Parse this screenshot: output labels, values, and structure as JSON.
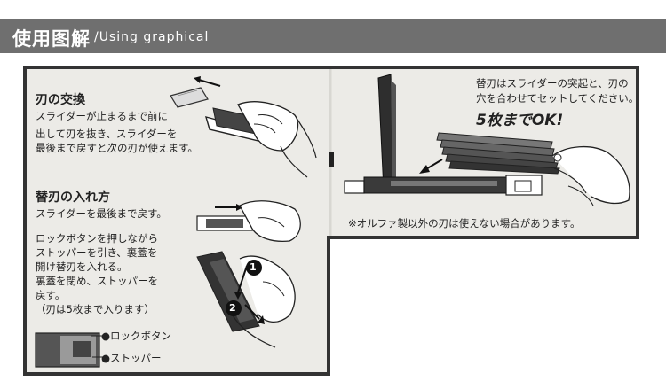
{
  "header": {
    "title_jp": "使用图解",
    "title_en": "/Using graphical"
  },
  "left": {
    "blade_change": {
      "heading": "刃の交換",
      "lines": [
        "スライダーが止まるまで前に",
        "出して刃を抜き、スライダーを",
        "最後まで戻すと次の刃が使えます。"
      ]
    },
    "blade_insert": {
      "heading": "替刃の入れ方",
      "line1": "スライダーを最後まで戻す。",
      "lines": [
        "ロックボタンを押しながら",
        "ストッパーを引き、裏蓋を",
        "開け替刃を入れる。",
        "裏蓋を閉め、ストッパーを",
        "戻す。",
        "（刃は5枚まで入ります）"
      ]
    },
    "markers": {
      "one": "1",
      "two": "2"
    },
    "labels": {
      "lock": "●ロックボタン",
      "stopper": "●ストッパー"
    }
  },
  "right": {
    "instr_lines": [
      "替刃はスライダーの突起と、刃の",
      "穴を合わせてセットしてください。"
    ],
    "five_blades": "5枚までOK!",
    "note": "※オルファ製以外の刃は使えない場合があります。"
  }
}
